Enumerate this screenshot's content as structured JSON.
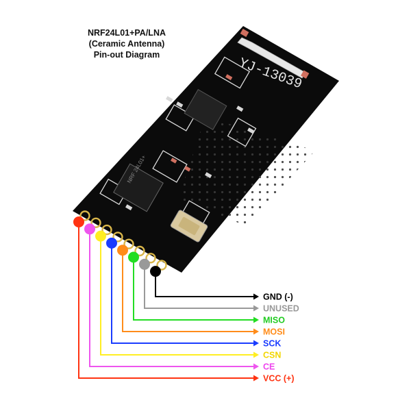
{
  "title": {
    "line1": "NRF24L01+PA/LNA",
    "line2": "(Ceramic Antenna)",
    "line3": "Pin-out Diagram"
  },
  "board": {
    "silkscreen": "YJ-13039",
    "chip_marking": "NRF 24L01+"
  },
  "pins": [
    {
      "label": "GND (-)",
      "color": "#000000",
      "label_color": "#000000"
    },
    {
      "label": "UNUSED",
      "color": "#999999",
      "label_color": "#999999"
    },
    {
      "label": "MISO",
      "color": "#22dd22",
      "label_color": "#22cc22"
    },
    {
      "label": "MOSI",
      "color": "#ff8c1a",
      "label_color": "#ff8c1a"
    },
    {
      "label": "SCK",
      "color": "#1a3cff",
      "label_color": "#1a3cff"
    },
    {
      "label": "CSN",
      "color": "#ffee22",
      "label_color": "#f2d600"
    },
    {
      "label": "CE",
      "color": "#ee55ee",
      "label_color": "#ee44ee"
    },
    {
      "label": "VCC (+)",
      "color": "#ff3311",
      "label_color": "#ff3311"
    }
  ]
}
